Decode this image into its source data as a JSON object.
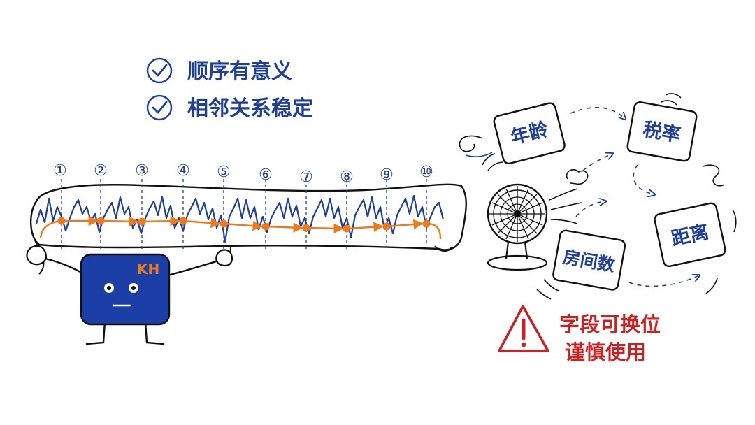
{
  "checklist": [
    {
      "label": "顺序有意义"
    },
    {
      "label": "相邻关系稳定"
    }
  ],
  "timeline": {
    "steps": [
      "①",
      "②",
      "③",
      "④",
      "⑤",
      "⑥",
      "⑦",
      "⑧",
      "⑨",
      "⑩"
    ]
  },
  "mascot": {
    "badge": "KH"
  },
  "feature_cards": [
    {
      "label": "年龄"
    },
    {
      "label": "税率"
    },
    {
      "label": "房间数"
    },
    {
      "label": "距离"
    }
  ],
  "warning": {
    "line1": "字段可换位",
    "line2": "谨慎使用"
  },
  "colors": {
    "ink_blue": "#1f3f9e",
    "mascot_blue": "#1b3fa6",
    "orange": "#f07a1a",
    "warning_red": "#d11f1f",
    "line_black": "#111111"
  }
}
